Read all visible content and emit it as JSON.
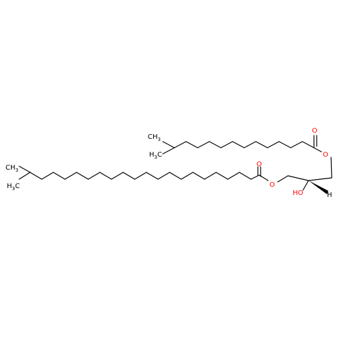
{
  "molecule": {
    "colors": {
      "bond": "#000000",
      "heteroatom": "#ff0000",
      "background": "#ffffff"
    },
    "labels": {
      "ch3_top_a": "CH",
      "ch3_top_a_sub": "3",
      "ch3_top_b": "H",
      "ch3_top_b_c": "C",
      "ch3_top_b_sub": "3",
      "ch3_left_a": "CH",
      "ch3_left_a_sub": "3",
      "ch3_left_b": "H",
      "ch3_left_b_c": "C",
      "ch3_left_b_sub": "3",
      "o_carbonyl_top": "O",
      "o_ester_top": "O",
      "o_carbonyl_left": "O",
      "o_ester_left": "O",
      "hydroxyl": "HO",
      "stereo_h": "H"
    }
  }
}
